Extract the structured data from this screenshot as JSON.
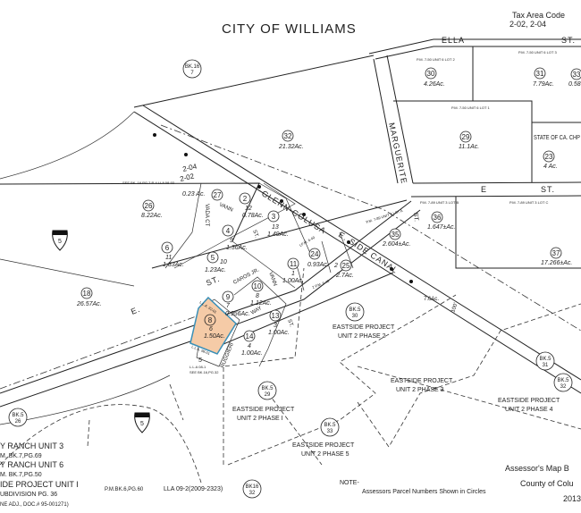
{
  "title": "CITY OF WILLIAMS",
  "tax_area": {
    "label": "Tax Area Code",
    "codes": "2-02, 2-04"
  },
  "tax_lines": {
    "upper": "2-04",
    "lower": "2-02"
  },
  "streets": {
    "ella": "ELLA",
    "ella_st": "ST.",
    "e_st_left": "E",
    "e_st_right": "ST.",
    "marguerite": "MARGUERITE",
    "marguerite_st": "ST.",
    "glenn_colusa": "GLENN-COLUSA",
    "canal": "E. SIDE CANAL",
    "e_lower": "E.",
    "st_lower": "ST.",
    "vann": "VANN",
    "vann_st": "ST.",
    "vada_ct": "VADA CT",
    "caros": "CAROS JR.",
    "vann2": "VANN",
    "st2": "ST.",
    "way": "WAY",
    "ruggieri": "RUGGIERI"
  },
  "highlight_color": "#f5cba7",
  "highlight_border": "#3a8fb7",
  "parcels": [
    {
      "num": "30",
      "acres": "4.26Ac.",
      "ref": "P.M. 7-50 UNIT 6 LOT 2"
    },
    {
      "num": "31",
      "acres": "7.79Ac.",
      "ref": "P.M. 7-50 UNIT 6 LOT 3"
    },
    {
      "num": "33",
      "acres": "0.58"
    },
    {
      "num": "29",
      "acres": "11.1Ac.",
      "ref": "P.M. 7-50 UNIT 6 LOT 1"
    },
    {
      "num": "23",
      "acres": "4 Ac.",
      "ref": "STATE OF CA. CHP"
    },
    {
      "num": "32",
      "acres": "21.32Ac."
    },
    {
      "num": "36",
      "acres": "1.647±Ac.",
      "ref": "P.M. 7-89 UNIT 3 LOT B"
    },
    {
      "num": "35",
      "acres": "2.604±Ac.",
      "ref": "P.M. 7-89 UNIT 3 LOT A"
    },
    {
      "num": "37",
      "acres": "17.266±Ac.",
      "ref": "P.M. 7-89 UNIT 3 LOT C"
    },
    {
      "num": "26",
      "acres": "8.22Ac.",
      "ref": "SEE BK. 16 PG.7 P-4 LLA 08-02"
    },
    {
      "num": "27",
      "acres": "0.23 Ac."
    },
    {
      "num": "2",
      "lot": "12",
      "acres": "0.78Ac."
    },
    {
      "num": "3",
      "lot": "13",
      "acres": "1.49Ac."
    },
    {
      "num": "4",
      "lot": "9",
      "acres": "1.36Ac."
    },
    {
      "num": "6",
      "lot": "11",
      "acres": "1.83Ac."
    },
    {
      "num": "5",
      "lot": "10",
      "acres": "1.23Ac."
    },
    {
      "num": "11",
      "lot": "1",
      "acres": "1.00Ac."
    },
    {
      "num": "24",
      "acres": "0.93Ac.",
      "ref": "LP.M. 6-40"
    },
    {
      "num": "25",
      "lot": "2",
      "acres": "2.7Ac.",
      "ref": "2 P.M. 6-40"
    },
    {
      "num": "18",
      "acres": "26.57Ac."
    },
    {
      "num": "9",
      "lot": "7",
      "acres": "0.956Ac."
    },
    {
      "num": "10",
      "lot": "8",
      "acres": "1.12Ac."
    },
    {
      "num": "8",
      "lot": "6",
      "acres": "1.50Ac.",
      "ref": "L.L.A. 92-01",
      "ref2": "L.L.A. 98-01"
    },
    {
      "num": "13",
      "lot": "3",
      "acres": "1.00Ac."
    },
    {
      "num": "14",
      "lot": "4",
      "acres": "1.00Ac."
    },
    {
      "lot": "5",
      "ref": "L.L.A 08-1",
      "ref2": "SEE BK.16,PG.32"
    }
  ],
  "books": [
    {
      "bk": "BK.16",
      "pg": "7"
    },
    {
      "bk": "BK.5",
      "pg": "30"
    },
    {
      "bk": "BK.5",
      "pg": "31"
    },
    {
      "bk": "BK.5",
      "pg": "32"
    },
    {
      "bk": "BK.5",
      "pg": "29"
    },
    {
      "bk": "BK.5",
      "pg": "33"
    },
    {
      "bk": "BK16",
      "pg": "32"
    },
    {
      "bk": "BK.5",
      "pg": "26"
    }
  ],
  "projects": [
    {
      "l1": "EASTSIDE PROJECT",
      "l2": "UNIT 2 PHASE 2"
    },
    {
      "l1": "EASTSIDE PROJECT",
      "l2": "UNIT 2 PHASE 3"
    },
    {
      "l1": "EASTSIDE PROJECT",
      "l2": "UNIT 2 PHASE 4"
    },
    {
      "l1": "EASTSIDE PROJECT",
      "l2": "UNIT 2 PHASE I"
    },
    {
      "l1": "EASTSIDE PROJECT",
      "l2": "UNIT 2 PHASE 5"
    }
  ],
  "interstate": "5",
  "legend_left": [
    "Y RANCH UNIT 3",
    "M. BK.7,PG.69",
    "Y RANCH UNIT 6",
    "M. BK.7,PG.50",
    "IDE PROJECT UNIT I",
    "UBDIVISION PG. 36",
    "NE ADJ., DOC.# 95-001271)"
  ],
  "refs": {
    "pm": "P.M.BK.6,PG.60",
    "lla": "LLA 09-2(2009-2323)",
    "dim1": "7.6Ac.",
    "dim2": "100'"
  },
  "note": {
    "label": "NOTE-",
    "text": "Assessors Parcel Numbers Shown in Circles"
  },
  "footer": {
    "line1": "Assessor's Map B",
    "line2": "County of Colu",
    "year": "2013"
  }
}
